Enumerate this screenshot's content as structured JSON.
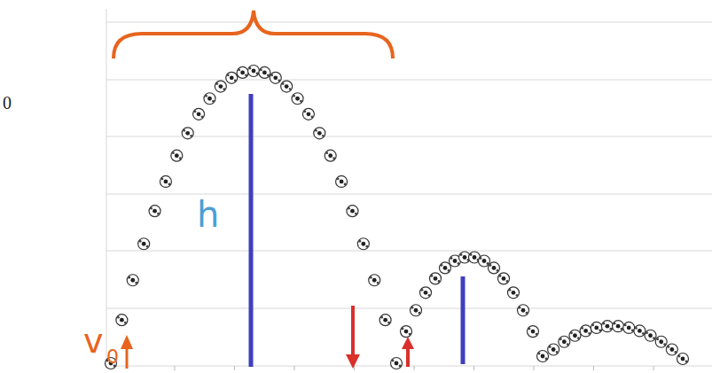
{
  "diagram": {
    "labels": [
      "0",
      "h",
      "v",
      "0"
    ]
  }
}
